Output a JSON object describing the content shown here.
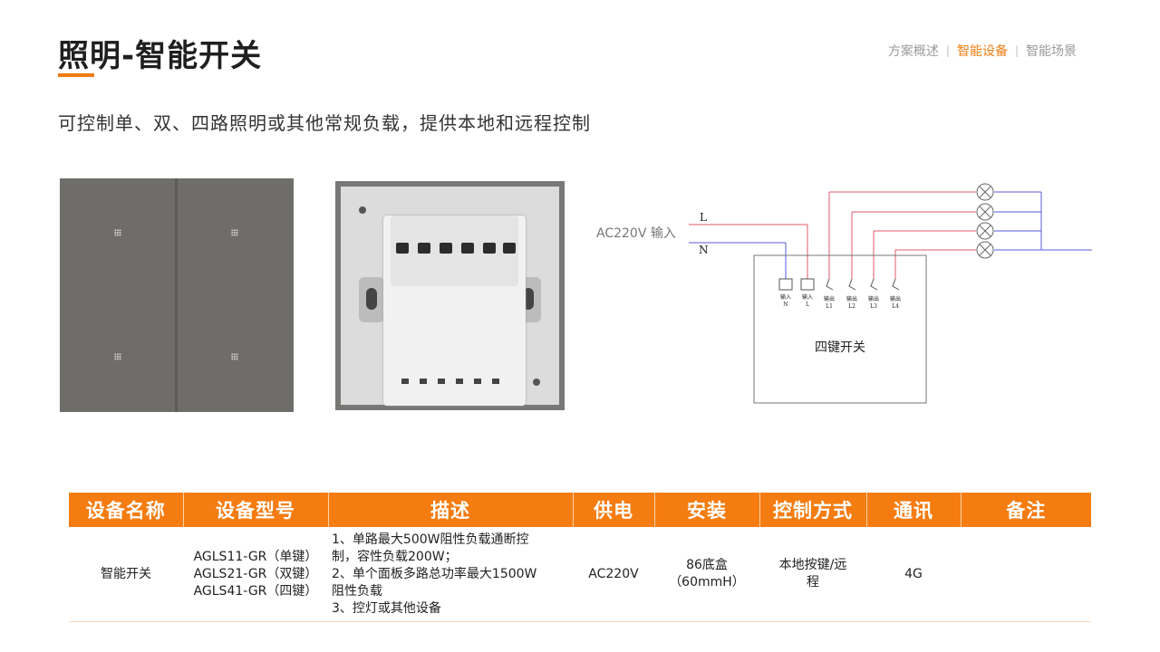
{
  "header": {
    "title": "照明-智能开关",
    "nav": [
      {
        "label": "方案概述",
        "active": false
      },
      {
        "label": "智能设备",
        "active": true
      },
      {
        "label": "智能场景",
        "active": false
      }
    ],
    "nav_separator": "|"
  },
  "subtitle": "可控制单、双、四路照明或其他常规负载，提供本地和远程控制",
  "diagram": {
    "input_label": "AC220V 输入",
    "line_L": "L",
    "line_N": "N",
    "device_label": "四键开关",
    "terminals": [
      {
        "top": "输入",
        "bottom": "N"
      },
      {
        "top": "输入",
        "bottom": "L"
      },
      {
        "top": "输出",
        "bottom": "L1"
      },
      {
        "top": "输出",
        "bottom": "L2"
      },
      {
        "top": "输出",
        "bottom": "L3"
      },
      {
        "top": "输出",
        "bottom": "L4"
      }
    ]
  },
  "table": {
    "headers": [
      "设备名称",
      "设备型号",
      "描述",
      "供电",
      "安装",
      "控制方式",
      "通讯",
      "备注"
    ],
    "row": {
      "name": "智能开关",
      "models": [
        "AGLS11-GR（单键）",
        "AGLS21-GR（双键）",
        "AGLS41-GR（四键）"
      ],
      "description": [
        "1、单路最大500W阻性负载通断控",
        "制，容性负载200W；",
        "2、单个面板多路总功率最大1500W",
        "阻性负载",
        "3、控灯或其他设备"
      ],
      "power": "AC220V",
      "install": [
        "86底盒",
        "（60mmH）"
      ],
      "control": [
        "本地按键/远",
        "程"
      ],
      "comm": "4G",
      "remark": ""
    }
  },
  "colors": {
    "accent": "#f07c11",
    "header_bg": "#f57c10",
    "red_wire": "#e05a6a",
    "blue_wire": "#5a5ae0"
  }
}
